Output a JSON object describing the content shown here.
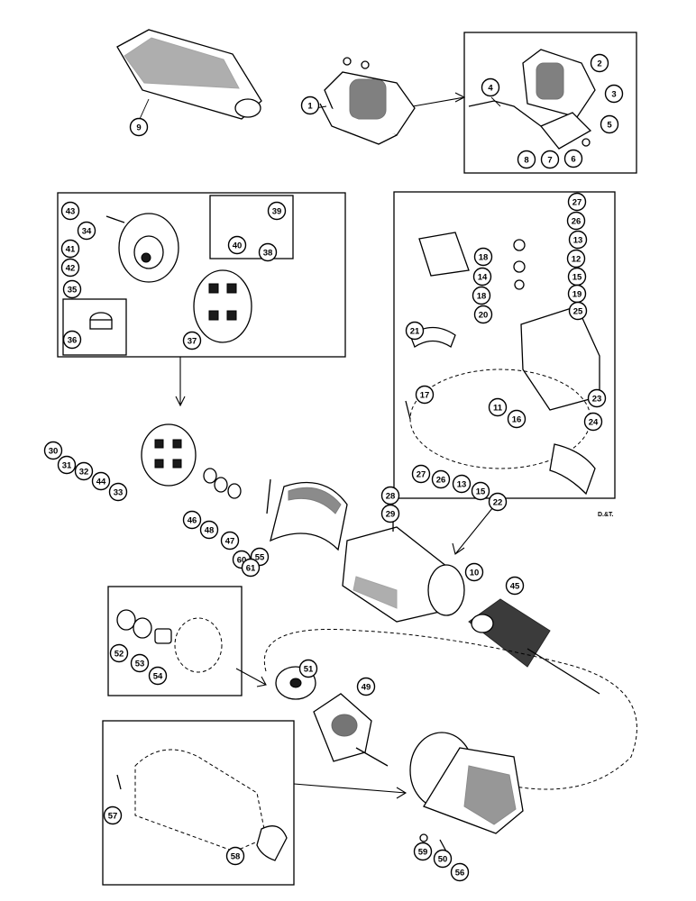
{
  "diagram": {
    "signature": "D.&T."
  },
  "callouts": [
    {
      "id": "c9",
      "label": "9"
    },
    {
      "id": "c1",
      "label": "1"
    },
    {
      "id": "c2",
      "label": "2"
    },
    {
      "id": "c3",
      "label": "3"
    },
    {
      "id": "c4",
      "label": "4"
    },
    {
      "id": "c5",
      "label": "5"
    },
    {
      "id": "c6",
      "label": "6"
    },
    {
      "id": "c7",
      "label": "7"
    },
    {
      "id": "c8",
      "label": "8"
    },
    {
      "id": "c43",
      "label": "43"
    },
    {
      "id": "c34",
      "label": "34"
    },
    {
      "id": "c41",
      "label": "41"
    },
    {
      "id": "c42",
      "label": "42"
    },
    {
      "id": "c35",
      "label": "35"
    },
    {
      "id": "c36",
      "label": "36"
    },
    {
      "id": "c39",
      "label": "39"
    },
    {
      "id": "c40",
      "label": "40"
    },
    {
      "id": "c38",
      "label": "38"
    },
    {
      "id": "c37",
      "label": "37"
    },
    {
      "id": "c27a",
      "label": "27"
    },
    {
      "id": "c26a",
      "label": "26"
    },
    {
      "id": "c13a",
      "label": "13"
    },
    {
      "id": "c12",
      "label": "12"
    },
    {
      "id": "c15a",
      "label": "15"
    },
    {
      "id": "c19",
      "label": "19"
    },
    {
      "id": "c18a",
      "label": "18"
    },
    {
      "id": "c14",
      "label": "14"
    },
    {
      "id": "c18b",
      "label": "18"
    },
    {
      "id": "c20",
      "label": "20"
    },
    {
      "id": "c25",
      "label": "25"
    },
    {
      "id": "c21",
      "label": "21"
    },
    {
      "id": "c17",
      "label": "17"
    },
    {
      "id": "c11",
      "label": "11"
    },
    {
      "id": "c16",
      "label": "16"
    },
    {
      "id": "c23",
      "label": "23"
    },
    {
      "id": "c24",
      "label": "24"
    },
    {
      "id": "c27b",
      "label": "27"
    },
    {
      "id": "c26b",
      "label": "26"
    },
    {
      "id": "c13b",
      "label": "13"
    },
    {
      "id": "c15b",
      "label": "15"
    },
    {
      "id": "c22",
      "label": "22"
    },
    {
      "id": "c30",
      "label": "30"
    },
    {
      "id": "c31",
      "label": "31"
    },
    {
      "id": "c32",
      "label": "32"
    },
    {
      "id": "c44",
      "label": "44"
    },
    {
      "id": "c33",
      "label": "33"
    },
    {
      "id": "c46",
      "label": "46"
    },
    {
      "id": "c48",
      "label": "48"
    },
    {
      "id": "c47",
      "label": "47"
    },
    {
      "id": "c60",
      "label": "60"
    },
    {
      "id": "c55",
      "label": "55"
    },
    {
      "id": "c61",
      "label": "61"
    },
    {
      "id": "c28",
      "label": "28"
    },
    {
      "id": "c29",
      "label": "29"
    },
    {
      "id": "c10",
      "label": "10"
    },
    {
      "id": "c45",
      "label": "45"
    },
    {
      "id": "c52",
      "label": "52"
    },
    {
      "id": "c53",
      "label": "53"
    },
    {
      "id": "c54",
      "label": "54"
    },
    {
      "id": "c51",
      "label": "51"
    },
    {
      "id": "c49",
      "label": "49"
    },
    {
      "id": "c57",
      "label": "57"
    },
    {
      "id": "c58",
      "label": "58"
    },
    {
      "id": "c59",
      "label": "59"
    },
    {
      "id": "c50",
      "label": "50"
    },
    {
      "id": "c56",
      "label": "56"
    }
  ]
}
